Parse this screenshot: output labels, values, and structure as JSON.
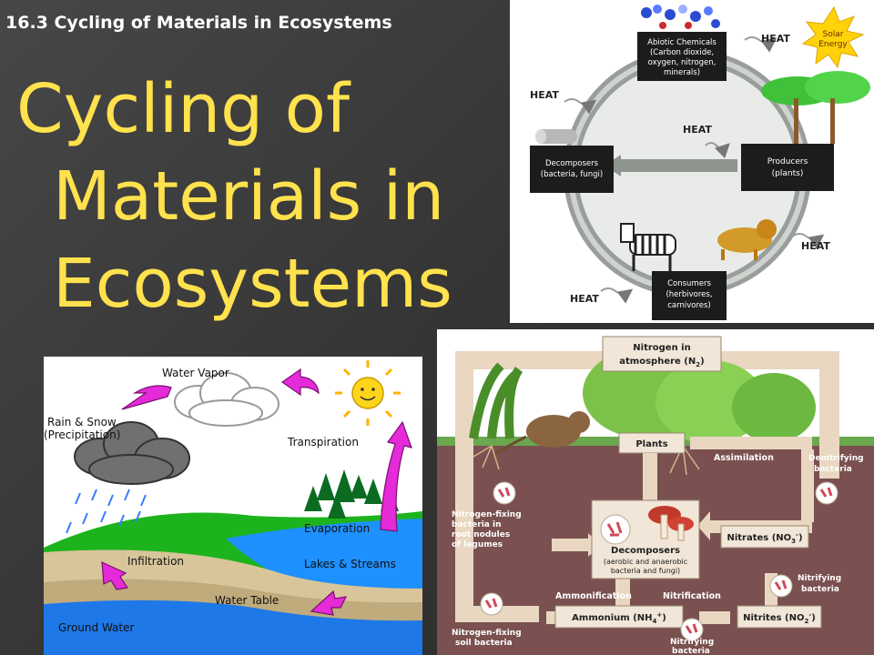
{
  "slide": {
    "header": "16.3 Cycling of Materials in Ecosystems",
    "title_lines": [
      "Cycling of",
      "Materials in",
      "Ecosystems"
    ]
  },
  "cycle_diagram": {
    "abiotic": [
      "Abiotic Chemicals",
      "(Carbon dioxide,",
      "oxygen, nitrogen,",
      "minerals)"
    ],
    "decomposers": [
      "Decomposers",
      "(bacteria, fungi)"
    ],
    "producers": [
      "Producers",
      "(plants)"
    ],
    "consumers": [
      "Consumers",
      "(herbivores,",
      "carnivores)"
    ],
    "heat": "HEAT",
    "solar": [
      "Solar",
      "Energy"
    ]
  },
  "water_cycle": {
    "water_vapor": "Water Vapor",
    "rain": [
      "Rain & Snow",
      "(Precipitation)"
    ],
    "transpiration": "Transpiration",
    "evaporation": "Evaporation",
    "infiltration": "Infiltration",
    "lakes": "Lakes & Streams",
    "water_table": "Water Table",
    "ground_water": "Ground Water"
  },
  "nitrogen_cycle": {
    "atmosphere": [
      "Nitrogen in",
      "atmosphere (N",
      "2",
      ")"
    ],
    "plants": "Plants",
    "assimilation": "Assimilation",
    "denitrifying": [
      "Denitrifying",
      "bacteria"
    ],
    "root_bacteria": [
      "Nitrogen-fixing",
      "bacteria in",
      "root nodules",
      "of legumes"
    ],
    "decomposers": [
      "Decomposers",
      "(aerobic and anaerobic",
      "bacteria and fungi)"
    ],
    "nitrates": [
      "Nitrates (NO",
      "3",
      "-",
      ")"
    ],
    "nitrifying_right": [
      "Nitrifying",
      "bacteria"
    ],
    "ammonification": "Ammonification",
    "nitrification": "Nitrification",
    "ammonium": [
      "Ammonium (NH",
      "4",
      "+",
      ")"
    ],
    "nitrites": [
      "Nitrites (NO",
      "2",
      "-",
      ")"
    ],
    "soil_bacteria": [
      "Nitrogen-fixing",
      "soil bacteria"
    ],
    "nitrifying_bottom": [
      "Nitrifying",
      "bacteria"
    ]
  },
  "colors": {
    "background": "#3a3a3a",
    "title": "#ffe24d",
    "header": "#ffffff",
    "arrow_magenta": "#e52ad8",
    "soil": "#7a5150",
    "water": "#1e90ff"
  }
}
